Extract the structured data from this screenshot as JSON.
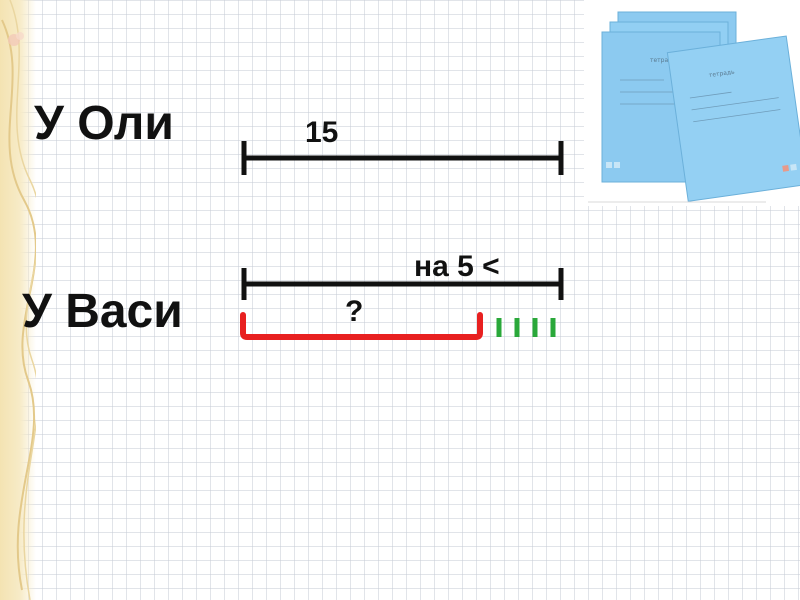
{
  "labels": {
    "olya": "У Оли",
    "vasya": "У Васи"
  },
  "values": {
    "olya_count": "15",
    "difference": "на 5 <",
    "unknown": "?"
  },
  "notebooks": {
    "cover_text": "тетрадь"
  },
  "colors": {
    "segment_black": "#111111",
    "segment_red": "#e82020",
    "ticks_green": "#2aa83a",
    "notebook_blue": "#8ccaf0"
  }
}
